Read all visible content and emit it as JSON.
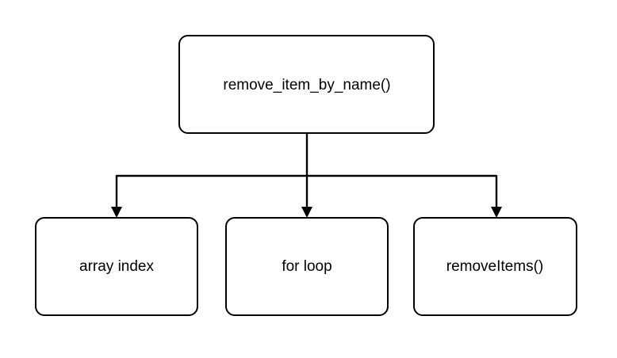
{
  "diagram": {
    "type": "tree",
    "orientation": "top-down",
    "background_color": "#ffffff",
    "node_fill_color": "#ffffff",
    "node_border_color": "#000000",
    "edge_color": "#000000",
    "text_color": "#000000",
    "root": {
      "id": "root",
      "label": "remove_item_by_name()"
    },
    "children": [
      {
        "id": "child-1",
        "label": "array index"
      },
      {
        "id": "child-2",
        "label": "for loop"
      },
      {
        "id": "child-3",
        "label": "removeItems()"
      }
    ],
    "edges": [
      {
        "from": "root",
        "to": "child-1",
        "arrow": "down"
      },
      {
        "from": "root",
        "to": "child-2",
        "arrow": "down"
      },
      {
        "from": "root",
        "to": "child-3",
        "arrow": "down"
      }
    ]
  }
}
